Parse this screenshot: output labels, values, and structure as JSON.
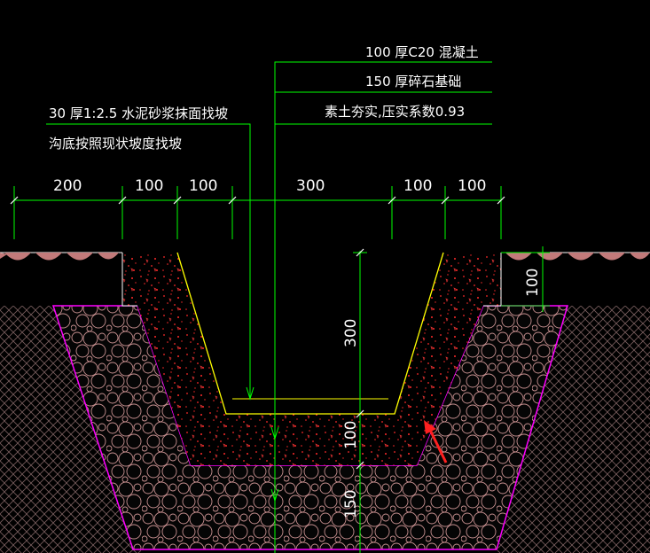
{
  "notes": {
    "top_1": "100  厚C20  混凝土",
    "top_2": "150  厚碎石基础",
    "top_3": "素土夯实,压实系数0.93",
    "left_1": "30  厚1:2.5   水泥砂浆抹面找坡",
    "left_2": "沟底按照现状坡度找坡"
  },
  "dimensions": {
    "horizontal": [
      "200",
      "100",
      "100",
      "300",
      "100",
      "100"
    ],
    "vertical_depth": "300",
    "vertical_concrete": "100",
    "vertical_gravel": "150",
    "vertical_side": "100"
  },
  "colors": {
    "background": "#000000",
    "leader": "#00ff00",
    "trench_outline": "#ffff00",
    "gravel_outline": "#ff00ff",
    "gravel_fill": "#c28a8a",
    "hatch": "#8a6a6a",
    "concrete_speckle": "#ff2020",
    "arrow": "#ff2020",
    "ground": "#c27a7a"
  },
  "icons": [
    "red-arrow-icon"
  ]
}
